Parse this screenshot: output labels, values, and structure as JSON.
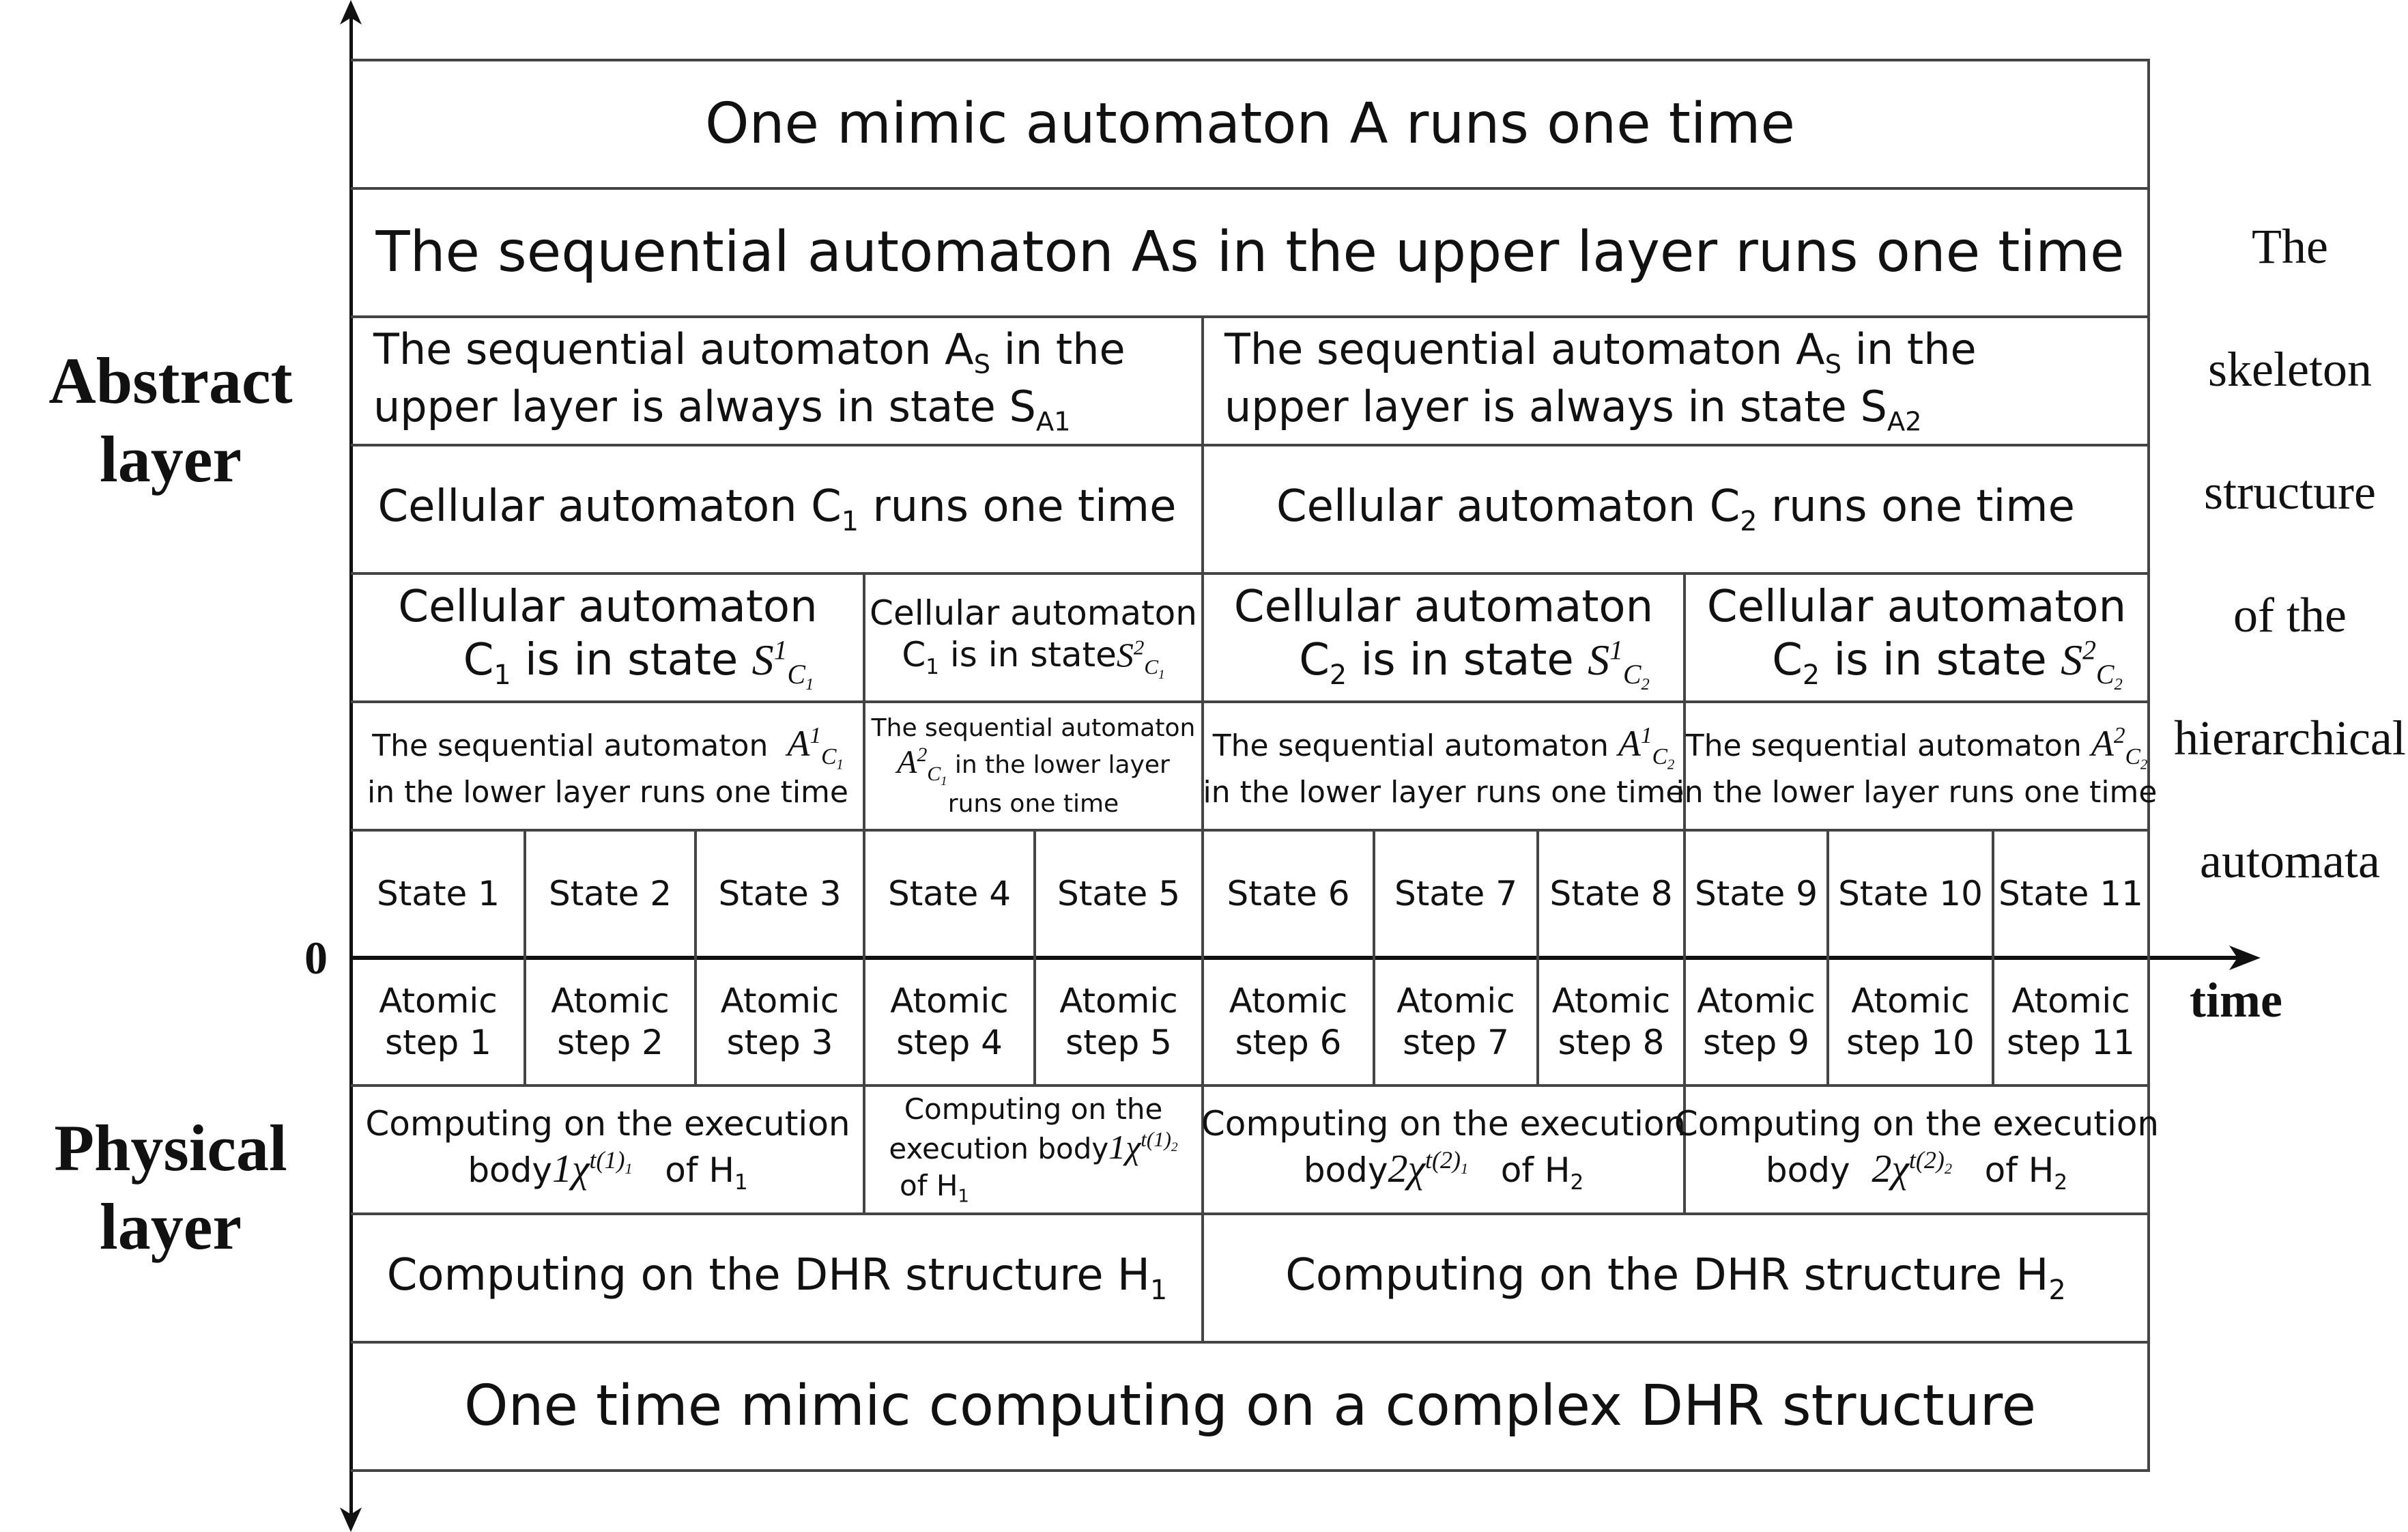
{
  "axes": {
    "origin_label": "0",
    "x_label": "time"
  },
  "side_labels": {
    "abstract": [
      "Abstract",
      "layer"
    ],
    "physical": [
      "Physical",
      "layer"
    ]
  },
  "skeleton_label": [
    "The",
    "skeleton",
    "structure",
    "of the",
    "hierarchical",
    "automata"
  ],
  "rows": {
    "mimic_automaton": "One mimic automaton A runs one time",
    "sequential_upper": "The sequential automaton As in the upper layer runs one time",
    "upper_state": [
      {
        "line1": "The sequential automaton  A",
        "line1_sub": "S",
        "line1_tail": " in the",
        "line2": "upper layer is always in state S",
        "line2_sub": "A1"
      },
      {
        "line1": "The sequential automaton  A",
        "line1_sub": "S",
        "line1_tail": " in the",
        "line2": "upper layer is always in state S",
        "line2_sub": "A2"
      }
    ],
    "cellular_runs": [
      {
        "pre": "Cellular automaton  C",
        "sub": "1",
        "post": " runs one time"
      },
      {
        "pre": "Cellular automaton C",
        "sub": "2",
        "post": " runs one time"
      }
    ],
    "cellular_state": [
      {
        "line1": "Cellular automaton",
        "line2": "C",
        "sub": "1",
        "line2_tail": " is in state ",
        "sym": "S",
        "sym_sub": "C",
        "sym_subsub": "1",
        "sym_sup": "1"
      },
      {
        "line1": "Cellular automaton",
        "line2": "C",
        "sub": "1",
        "line2_tail": " is in state",
        "sym": "S",
        "sym_sub": "C",
        "sym_subsub": "1",
        "sym_sup": "2"
      },
      {
        "line1": "Cellular automaton",
        "line2": "C",
        "sub": "2",
        "line2_tail": " is in state ",
        "sym": "S",
        "sym_sub": "C",
        "sym_subsub": "2",
        "sym_sup": "1"
      },
      {
        "line1": "Cellular automaton",
        "line2": "C",
        "sub": "2",
        "line2_tail": " is in state ",
        "sym": "S",
        "sym_sub": "C",
        "sym_subsub": "2",
        "sym_sup": "2"
      }
    ],
    "lower_sequential": [
      {
        "line1": "The sequential automaton",
        "line2": "in the lower layer runs one time",
        "sym": "A",
        "sym_sub": "C",
        "sym_subsub": "1",
        "sym_sup": "1"
      },
      {
        "line1": "The sequential automaton",
        "line2": "in the lower layer",
        "line3": "runs one time",
        "sym": "A",
        "sym_sub": "C",
        "sym_subsub": "1",
        "sym_sup": "2"
      },
      {
        "line1": "The sequential automaton",
        "line2": "in the lower layer runs one time",
        "sym": "A",
        "sym_sub": "C",
        "sym_subsub": "2",
        "sym_sup": "1"
      },
      {
        "line1": "The sequential automaton",
        "line2": "in the lower layer runs one time",
        "sym": "A",
        "sym_sub": "C",
        "sym_subsub": "2",
        "sym_sup": "2"
      }
    ],
    "states": [
      "State 1",
      "State 2",
      "State 3",
      "State 4",
      "State 5",
      "State 6",
      "State 7",
      "State 8",
      "State 9",
      "State 10",
      "State 11"
    ],
    "atomic_steps": [
      [
        "Atomic",
        "step 1"
      ],
      [
        "Atomic",
        "step 2"
      ],
      [
        "Atomic",
        "step 3"
      ],
      [
        "Atomic",
        "step 4"
      ],
      [
        "Atomic",
        "step 5"
      ],
      [
        "Atomic",
        "step 6"
      ],
      [
        "Atomic",
        "step 7"
      ],
      [
        "Atomic",
        "step 8"
      ],
      [
        "Atomic",
        "step 9"
      ],
      [
        "Atomic",
        "step 10"
      ],
      [
        "Atomic",
        "step 11"
      ]
    ],
    "execution_body": [
      {
        "line1": "Computing on the execution",
        "body": "body",
        "pre": "1",
        "chi": "χ",
        "sup": "t(1)",
        "sup_sub": "1",
        "of": "of H",
        "of_sub": "1"
      },
      {
        "line1": "Computing on the",
        "body": "execution body",
        "pre": "1",
        "chi": "χ",
        "sup": "t(1)",
        "sup_sub": "2",
        "of": "of H",
        "of_sub": "1"
      },
      {
        "line1": "Computing on the execution",
        "body": "body",
        "pre": "2",
        "chi": "χ",
        "sup": "t(2)",
        "sup_sub": "1",
        "of": "of H",
        "of_sub": "2"
      },
      {
        "line1": "Computing on the execution",
        "body": "body",
        "pre": "2",
        "chi": "χ",
        "sup": "t(2)",
        "sup_sub": "2",
        "of": "of H",
        "of_sub": "2"
      }
    ],
    "dhr_structure": [
      {
        "pre": "Computing on the DHR structure H",
        "sub": "1"
      },
      {
        "pre": "Computing on the DHR structure H",
        "sub": "2"
      }
    ],
    "mimic_computing": "One time mimic computing on a complex DHR structure"
  }
}
